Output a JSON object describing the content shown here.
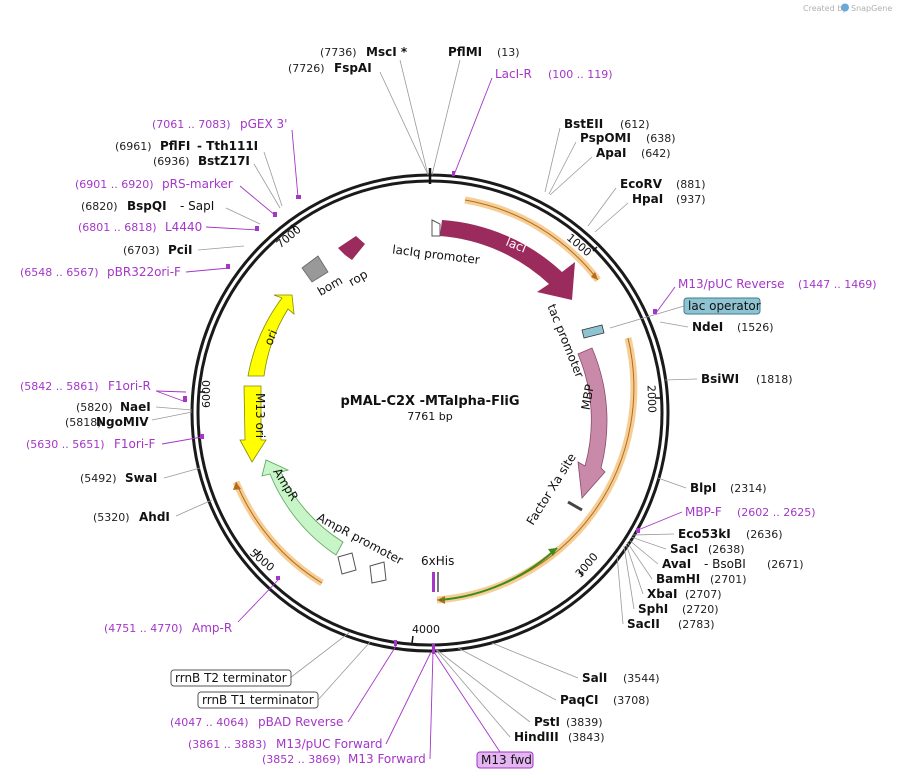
{
  "watermark": {
    "text": "Created by",
    "brand": "SnapGene"
  },
  "plasmid": {
    "name": "pMAL-C2X -MTalpha-FliG",
    "length_label": "7761 bp"
  },
  "ticks": [
    "1000",
    "2000",
    "3000",
    "4000",
    "5000",
    "6000",
    "7000"
  ],
  "left_sites": [
    {
      "pos": "(7736)",
      "name": "MscI *",
      "suffix": ""
    },
    {
      "pos": "(7726)",
      "name": "FspAI",
      "suffix": ""
    },
    {
      "pos": "(6961)",
      "name": "PflFI",
      "suffix": "- Tth111I"
    },
    {
      "pos": "(6936)",
      "name": "BstZ17I",
      "suffix": ""
    },
    {
      "pos": "(6820)",
      "name": "BspQI",
      "suffix": "- SapI"
    },
    {
      "pos": "(6703)",
      "name": "PciI",
      "suffix": ""
    },
    {
      "pos": "(5820)",
      "name": "NaeI",
      "suffix": ""
    },
    {
      "pos": "(5818)",
      "name": "NgoMIV",
      "suffix": ""
    },
    {
      "pos": "(5492)",
      "name": "SwaI",
      "suffix": ""
    },
    {
      "pos": "(5320)",
      "name": "AhdI",
      "suffix": ""
    }
  ],
  "right_sites": [
    {
      "name": "PflMI",
      "pos": "(13)"
    },
    {
      "name": "BstEII",
      "pos": "(612)"
    },
    {
      "name": "PspOMI",
      "pos": "(638)"
    },
    {
      "name": "ApaI",
      "pos": "(642)"
    },
    {
      "name": "EcoRV",
      "pos": "(881)"
    },
    {
      "name": "HpaI",
      "pos": "(937)"
    },
    {
      "name": "NdeI",
      "pos": "(1526)"
    },
    {
      "name": "BsiWI",
      "pos": "(1818)"
    },
    {
      "name": "BlpI",
      "pos": "(2314)"
    },
    {
      "name": "Eco53kI",
      "pos": "(2636)"
    },
    {
      "name": "SacI",
      "pos": "(2638)"
    },
    {
      "name": "AvaI",
      "pos": "(2671)",
      "extra": "- BsoBI"
    },
    {
      "name": "BamHI",
      "pos": "(2701)"
    },
    {
      "name": "XbaI",
      "pos": "(2707)"
    },
    {
      "name": "SphI",
      "pos": "(2720)"
    },
    {
      "name": "SacII",
      "pos": "(2783)"
    },
    {
      "name": "SalI",
      "pos": "(3544)"
    },
    {
      "name": "PaqCI",
      "pos": "(3708)"
    },
    {
      "name": "PstI",
      "pos": "(3839)"
    },
    {
      "name": "HindIII",
      "pos": "(3843)"
    }
  ],
  "primers_right": [
    {
      "name": "LacI-R",
      "range": "(100 .. 119)"
    },
    {
      "name": "M13/pUC Reverse",
      "range": "(1447 .. 1469)"
    },
    {
      "name": "MBP-F",
      "range": "(2602 .. 2625)"
    }
  ],
  "primers_left": [
    {
      "range": "(7061 .. 7083)",
      "name": "pGEX 3'"
    },
    {
      "range": "(6901 .. 6920)",
      "name": "pRS-marker"
    },
    {
      "range": "(6801 .. 6818)",
      "name": "L4440"
    },
    {
      "range": "(6548 .. 6567)",
      "name": "pBR322ori-F"
    },
    {
      "range": "(5842 .. 5861)",
      "name": "F1ori-R"
    },
    {
      "range": "(5630 .. 5651)",
      "name": "F1ori-F"
    },
    {
      "range": "(4751 .. 4770)",
      "name": "Amp-R"
    },
    {
      "range": "(4047 .. 4064)",
      "name": "pBAD Reverse"
    },
    {
      "range": "(3861 .. 3883)",
      "name": "M13/pUC Forward"
    },
    {
      "range": "(3852 .. 3869)",
      "name": "M13 Forward"
    }
  ],
  "boxed_labels": {
    "lac_operator": "lac operator",
    "m13_fwd": "M13 fwd",
    "rrnb_t2": "rrnB T2 terminator",
    "rrnb_t1": "rrnB T1 terminator"
  },
  "features": {
    "laciq_promoter": "lacIq promoter",
    "laci": "lacI",
    "tac_promoter": "tac promoter",
    "mbp": "MBP",
    "factor_xa": "Factor Xa site",
    "his": "6xHis",
    "ampr_promoter": "AmpR promoter",
    "ampr": "AmpR",
    "m13_ori": "M13 ori",
    "ori": "ori",
    "bom": "bom",
    "rop": "rop"
  },
  "colors": {
    "laci": "#9b2b5c",
    "mbp": "#c98aaa",
    "ori": "#ffff00",
    "ampr": "#c8f5c8",
    "orf_arc": "#f3c27a",
    "orf_line": "#b86a1c",
    "green_arc": "#3c8c1c",
    "primer": "#a436c8",
    "lac_operator_fill": "#8fc3d1"
  }
}
